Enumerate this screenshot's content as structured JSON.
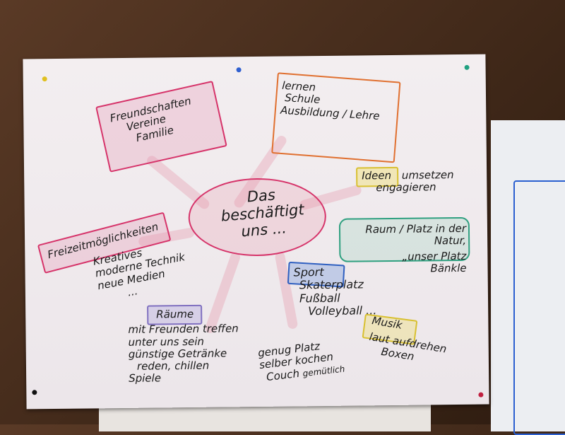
{
  "center": {
    "lines": [
      "Das",
      "beschäftigt",
      "uns ..."
    ]
  },
  "branches": {
    "freundschaften": {
      "title": "Freundschaften",
      "items": [
        "Vereine",
        "Familie"
      ],
      "color": "#d6346a"
    },
    "lernen": {
      "title": "lernen",
      "items": [
        "Schule",
        "Ausbildung / Lehre"
      ],
      "color": "#e07030"
    },
    "ideen": {
      "title": "Ideen",
      "rest": "umsetzen",
      "items": [
        "engagieren"
      ],
      "color": "#d8c030"
    },
    "raum_platz": {
      "title": "Raum / Platz in der Natur,",
      "items": [
        "„unser Platz",
        "Bänkle"
      ],
      "color": "#30a080"
    },
    "sport": {
      "title": "Sport",
      "items": [
        "Skaterplatz",
        "Fußball",
        "Volleyball ..."
      ],
      "color": "#3060c0"
    },
    "musik": {
      "title": "Musik",
      "items": [
        "laut aufdrehen",
        "Boxen"
      ],
      "color": "#d8c030"
    },
    "freizeit": {
      "title": "Freizeitmöglichkeiten",
      "items": [
        "Kreatives",
        "moderne Technik",
        "neue Medien",
        "..."
      ],
      "color": "#d6346a"
    },
    "raeume": {
      "title": "Räume",
      "items": [
        "mit Freunden treffen",
        "unter uns sein",
        "günstige Getränke",
        "reden, chillen",
        "Spiele"
      ],
      "color": "#8070c0"
    },
    "platz": {
      "items": [
        "genug Platz",
        "selber kochen",
        "Couch",
        "gemütlich"
      ]
    }
  }
}
